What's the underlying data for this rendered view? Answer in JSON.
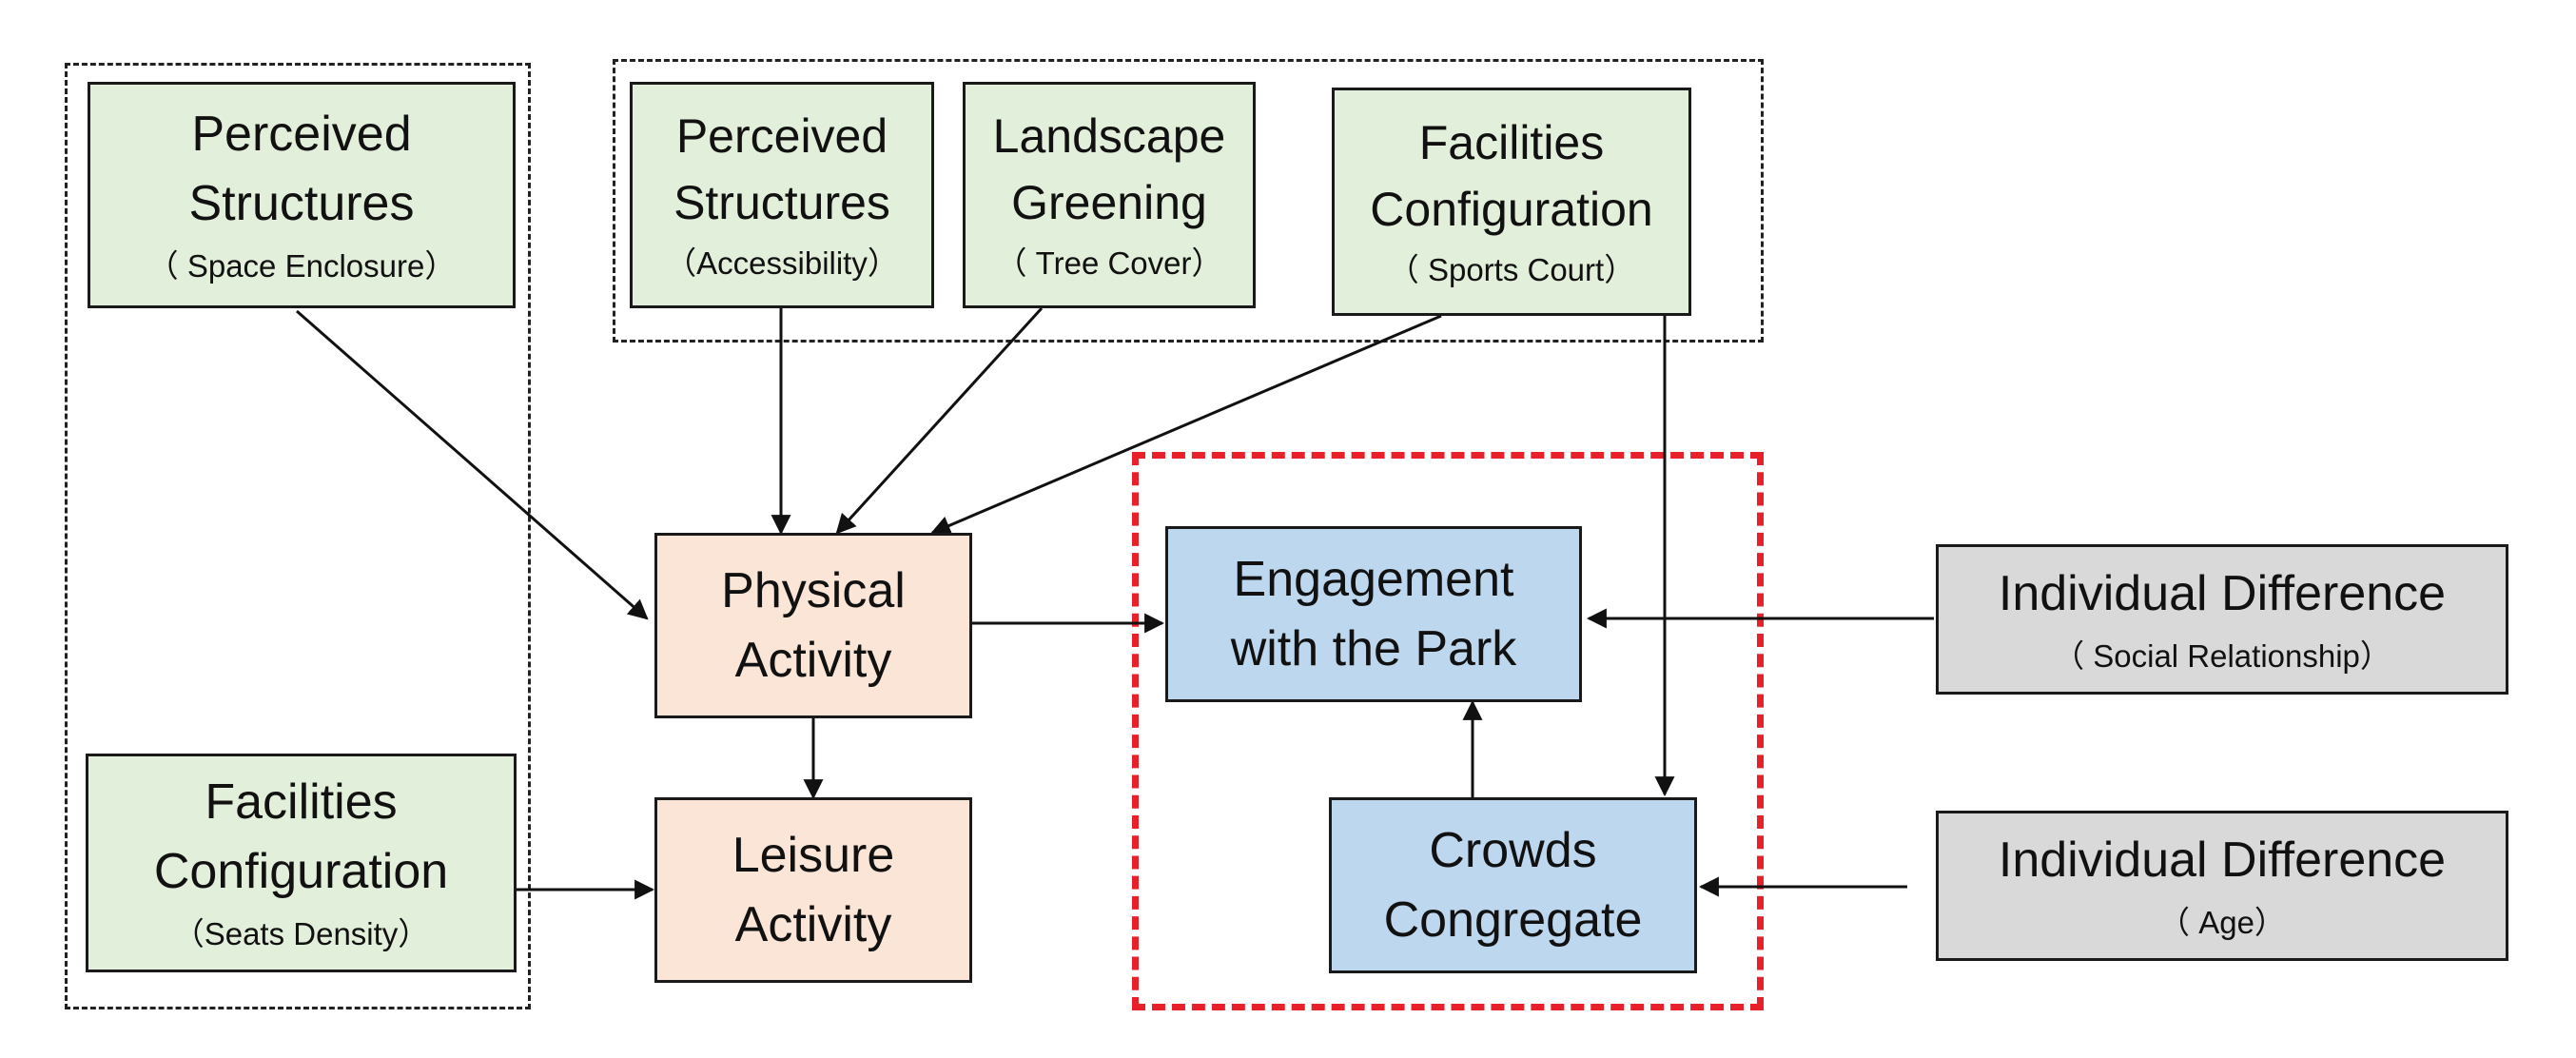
{
  "nodes": {
    "perceived_structures_enclosure": {
      "line1": "Perceived",
      "line2": "Structures",
      "sub": "（ Space Enclosure）"
    },
    "perceived_structures_access": {
      "line1": "Perceived",
      "line2": "Structures",
      "sub": "（Accessibility）"
    },
    "landscape_greening": {
      "line1": "Landscape",
      "line2": "Greening",
      "sub": "（ Tree Cover）"
    },
    "facilities_sports": {
      "line1": "Facilities",
      "line2": "Configuration",
      "sub": "（ Sports Court）"
    },
    "facilities_seats": {
      "line1": "Facilities",
      "line2": "Configuration",
      "sub": "（Seats Density）"
    },
    "physical_activity": {
      "line1": "Physical",
      "line2": "Activity"
    },
    "leisure_activity": {
      "line1": "Leisure",
      "line2": "Activity"
    },
    "engagement": {
      "line1": "Engagement",
      "line2": "with the Park"
    },
    "crowds": {
      "line1": "Crowds",
      "line2": "Congregate"
    },
    "individual_social": {
      "line1": "Individual Difference",
      "sub": "（ Social Relationship）"
    },
    "individual_age": {
      "line1": "Individual Difference",
      "sub": "（ Age）"
    }
  },
  "colors": {
    "environment": "#e2efda",
    "activity": "#fbe5d6",
    "engagement": "#bdd7ee",
    "individual": "#d9d9d9",
    "highlight_border": "#e8202a"
  },
  "edges": [
    [
      "perceived_structures_enclosure",
      "physical_activity"
    ],
    [
      "perceived_structures_access",
      "physical_activity"
    ],
    [
      "landscape_greening",
      "physical_activity"
    ],
    [
      "facilities_sports",
      "physical_activity"
    ],
    [
      "facilities_sports",
      "crowds"
    ],
    [
      "physical_activity",
      "engagement"
    ],
    [
      "physical_activity",
      "leisure_activity"
    ],
    [
      "facilities_seats",
      "leisure_activity"
    ],
    [
      "crowds",
      "engagement"
    ],
    [
      "individual_social",
      "engagement"
    ],
    [
      "individual_age",
      "crowds"
    ]
  ]
}
